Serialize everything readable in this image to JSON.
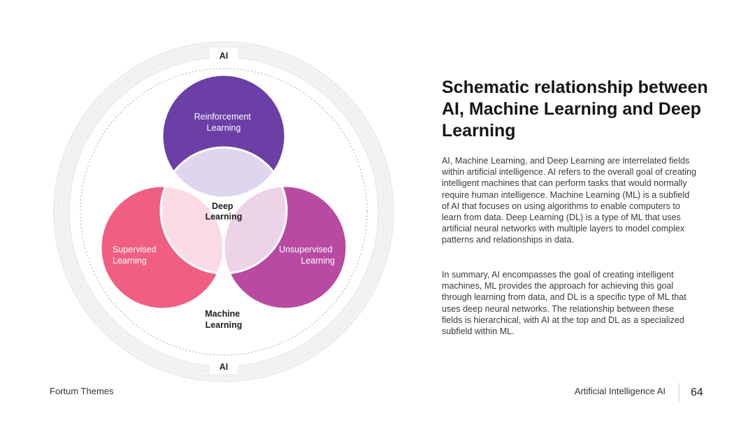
{
  "diagram": {
    "outer_label_top": "AI",
    "outer_label_bottom": "AI",
    "reinforcement": [
      "Reinforcement",
      "Learning"
    ],
    "supervised": [
      "Supervised",
      "Learning"
    ],
    "unsupervised": [
      "Unsupervised",
      "Learning"
    ],
    "deep": [
      "Deep",
      "Learning"
    ],
    "machine": [
      "Machine",
      "Learning"
    ],
    "colors": {
      "reinforcement": "#6b3fa6",
      "supervised": "#f05f82",
      "unsupervised": "#b84aa3",
      "overlap_top": "#ded6ee",
      "overlap_left": "#fbdbe3",
      "overlap_right": "#ecd3e8"
    }
  },
  "content": {
    "title": "Schematic relationship between AI, Machine Learning and Deep Learning",
    "paragraph1": "AI, Machine Learning, and Deep Learning are interrelated fields within artificial intelligence. AI refers to the overall goal of creating intelligent machines that can perform tasks that would normally require human intelligence. Machine Learning (ML) is a subfield of AI that focuses on using algorithms to enable computers to learn from data. Deep Learning (DL) is a type of ML that uses artificial neural networks with multiple layers to model complex patterns and relationships in data.",
    "paragraph2": "In summary, AI encompasses the goal of creating intelligent machines, ML provides the approach for achieving this goal through learning from data, and DL is a specific type of ML that uses deep neural networks. The relationship between these fields is hierarchical, with AI at the top and DL as a specialized subfield within ML."
  },
  "footer": {
    "brand": "Fortum Themes",
    "section": "Artificial Intelligence AI",
    "page": "64"
  }
}
